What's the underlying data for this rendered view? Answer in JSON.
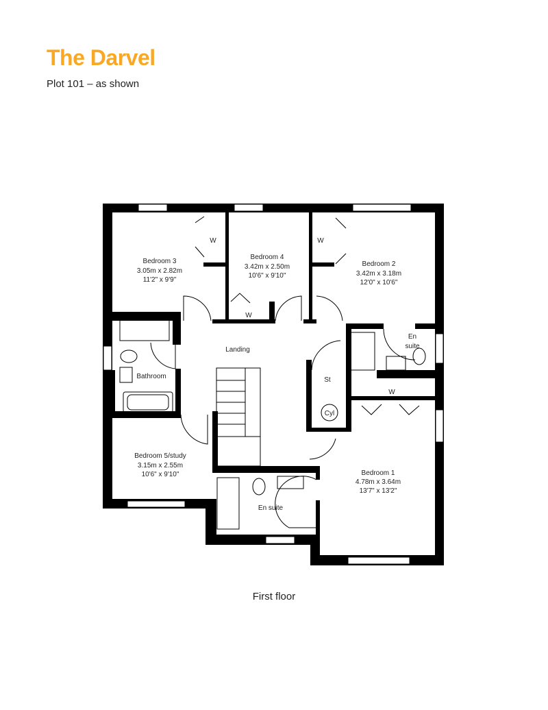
{
  "header": {
    "title": "The Darvel",
    "subtitle": "Plot 101 – as shown"
  },
  "floor_label": "First floor",
  "colors": {
    "brand": "#F9A825",
    "wall": "#000000"
  },
  "rooms": {
    "bedroom3": {
      "name": "Bedroom 3",
      "metric": "3.05m x 2.82m",
      "imperial": "11'2\" x 9'9\""
    },
    "bedroom4": {
      "name": "Bedroom 4",
      "metric": "3.42m x 2.50m",
      "imperial": "10'6\" x 9'10\""
    },
    "bedroom2": {
      "name": "Bedroom 2",
      "metric": "3.42m x 3.18m",
      "imperial": "12'0\" x 10'6\""
    },
    "bedroom5": {
      "name": "Bedroom 5/study",
      "metric": "3.15m x 2.55m",
      "imperial": "10'6\" x 9'10\""
    },
    "bedroom1": {
      "name": "Bedroom 1",
      "metric": "4.78m x 3.64m",
      "imperial": "13'7\" x 13'2\""
    },
    "landing": {
      "name": "Landing"
    },
    "bathroom": {
      "name": "Bathroom"
    },
    "ensuite2": {
      "name_line1": "En",
      "name_line2": "suite"
    },
    "ensuite1": {
      "name": "En suite"
    },
    "store": {
      "name": "St"
    },
    "cylinder": {
      "name": "Cyl"
    },
    "wardrobe": "W"
  }
}
